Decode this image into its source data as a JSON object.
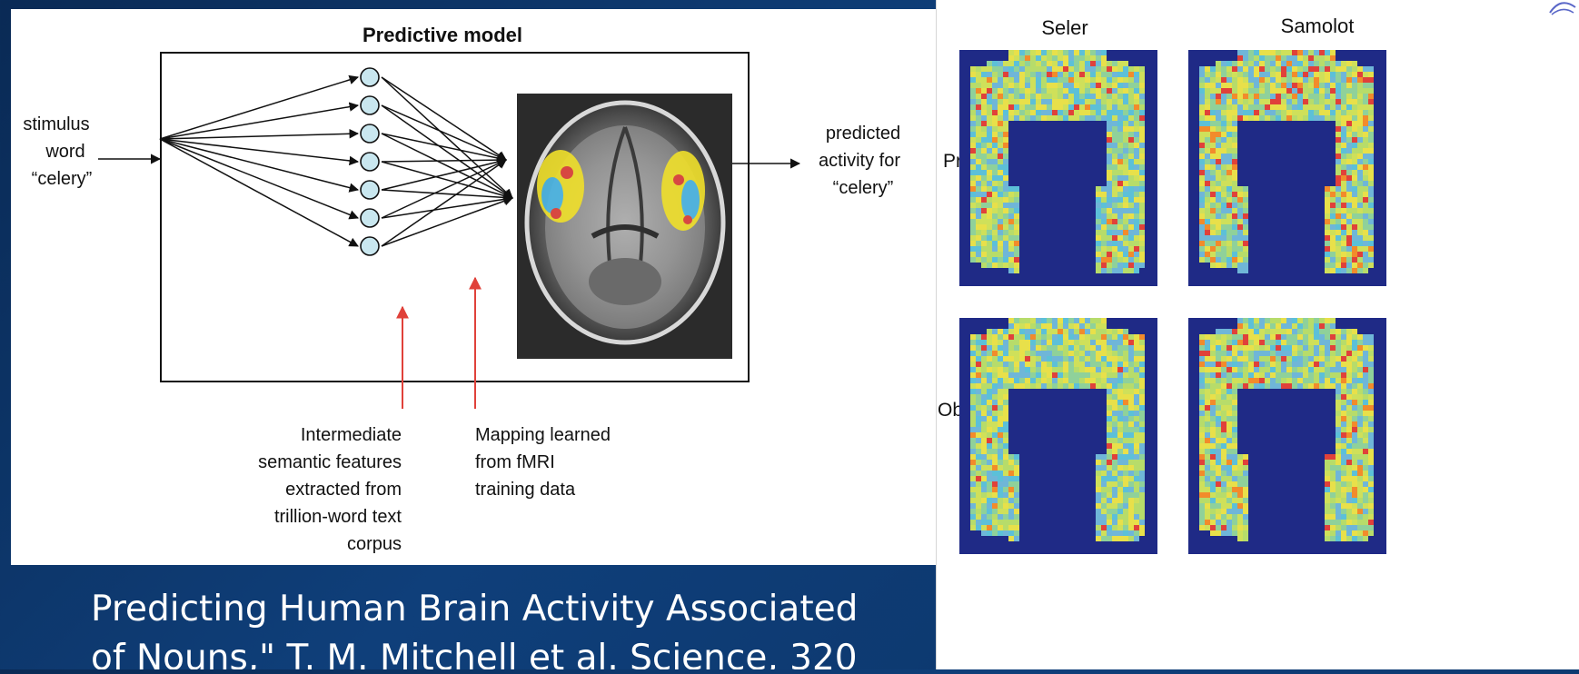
{
  "diagram": {
    "title": "Predictive model",
    "input_label": [
      "stimulus",
      "word",
      "“celery”"
    ],
    "output_label": [
      "predicted",
      "activity for",
      "“celery”"
    ],
    "features_label": [
      "Intermediate",
      "semantic features",
      "extracted from",
      "trillion-word text",
      "corpus"
    ],
    "mapping_label": [
      "Mapping learned",
      "from fMRI",
      "training data"
    ],
    "node_count": 7,
    "arrow_color": "#e0413a",
    "node_fill": "#c9e7ef"
  },
  "comparison": {
    "columns": [
      "Seler",
      "Samolot"
    ],
    "rows": [
      "Predykcja",
      "Obserwacja"
    ]
  },
  "caption": {
    "line1": "Predicting Human Brain Activity Associated",
    "line2": "of Nouns,\" T. M. Mitchell et al. Science, 320"
  },
  "colors": {
    "background": "#0f3f7a",
    "scan_background": "#1f2a86",
    "caption_text": "#ffffff"
  }
}
